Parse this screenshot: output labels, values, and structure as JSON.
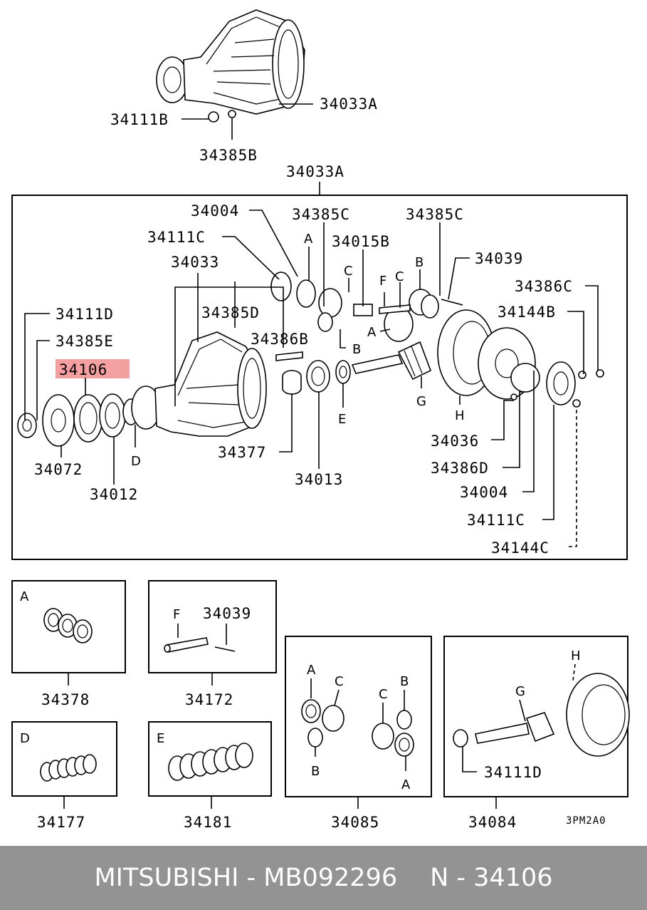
{
  "labels": {
    "top_housing": "34033A",
    "top_nut": "34111B",
    "top_bolt": "34385B",
    "box_title": "34033A",
    "l34004a": "34004",
    "l34111ca": "34111C",
    "l34033": "34033",
    "l34111d": "34111D",
    "l34385e": "34385E",
    "l34106": "34106",
    "l34385c1": "34385C",
    "l34385c2": "34385C",
    "l34015b": "34015B",
    "l34039": "34039",
    "l34386c": "34386C",
    "l34144b": "34144B",
    "l34385d": "34385D",
    "l34386b": "34386B",
    "l34072": "34072",
    "l34012": "34012",
    "l34377": "34377",
    "l34013": "34013",
    "l34036": "34036",
    "l34386d": "34386D",
    "l34004b": "34004",
    "l34111cb": "34111C",
    "l34144c": "34144C",
    "letter_a1": "A",
    "letter_a2": "A",
    "letter_b1": "B",
    "letter_b2": "B",
    "letter_c1": "C",
    "letter_c2": "C",
    "letter_f": "F",
    "letter_d": "D",
    "letter_e": "E",
    "letter_g": "G",
    "letter_h": "H"
  },
  "highlight_color": "#f4a0a0",
  "insets": {
    "a": {
      "letter": "A",
      "part": "34378"
    },
    "f": {
      "letter": "F",
      "part_label": "34039",
      "part": "34172"
    },
    "diff": {
      "a1": "A",
      "c1": "C",
      "b1": "B",
      "c2": "C",
      "b2": "B",
      "a2": "A",
      "part": "34085"
    },
    "d": {
      "letter": "D",
      "part": "34177"
    },
    "e": {
      "letter": "E",
      "part": "34181"
    },
    "gh": {
      "h": "H",
      "g": "G",
      "nut": "34111D",
      "part": "34084"
    }
  },
  "drawing_code": "3PM2A0",
  "footer": {
    "brand": "MITSUBISHI",
    "sep": " - ",
    "part_number": "MB092296",
    "ref": "N - 34106"
  }
}
